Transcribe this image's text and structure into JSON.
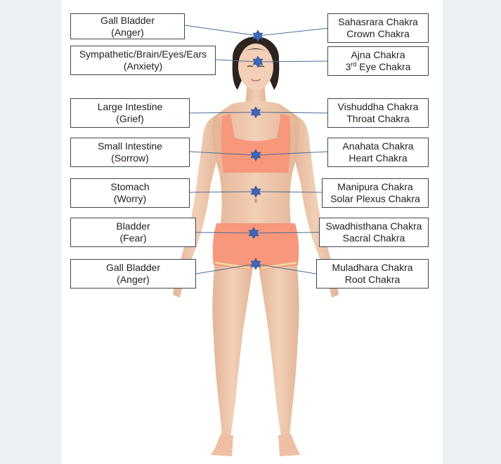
{
  "colors": {
    "skin": "#efc8ad",
    "skin_shadow": "#d9a98b",
    "apparel": "#f7977c",
    "hair": "#2d2420",
    "marker": "#3f66b8",
    "connector": "#4a6d9a",
    "box_border": "#3f4650"
  },
  "left_labels": [
    {
      "line1": "Gall Bladder",
      "line2": "(Anger)"
    },
    {
      "line1": "Sympathetic/Brain/Eyes/Ears",
      "line2": "(Anxiety)"
    },
    {
      "line1": "Large Intestine",
      "line2": "(Grief)"
    },
    {
      "line1": "Small Intestine",
      "line2": "(Sorrow)"
    },
    {
      "line1": "Stomach",
      "line2": "(Worry)"
    },
    {
      "line1": "Bladder",
      "line2": "(Fear)"
    },
    {
      "line1": "Gall Bladder",
      "line2": "(Anger)"
    }
  ],
  "right_labels": [
    {
      "line1": "Sahasrara Chakra",
      "line2": "Crown Chakra"
    },
    {
      "line1": "Ajna Chakra",
      "line2_sup": "rd",
      "line2_pre": "3",
      "line2_post": " Eye Chakra"
    },
    {
      "line1": "Vishuddha Chakra",
      "line2": "Throat Chakra"
    },
    {
      "line1": "Anahata Chakra",
      "line2": "Heart Chakra"
    },
    {
      "line1": "Manipura Chakra",
      "line2": "Solar Plexus Chakra"
    },
    {
      "line1": "Swadhisthana Chakra",
      "line2": "Sacral Chakra"
    },
    {
      "line1": "Muladhara Chakra",
      "line2": "Root Chakra"
    }
  ],
  "marker_icon": "six-pointed-star-icon"
}
